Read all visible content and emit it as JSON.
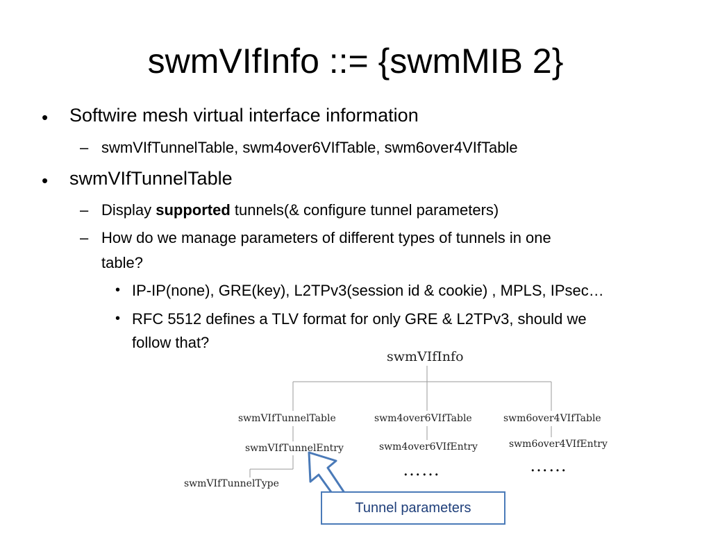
{
  "title": "swmVIfInfo ::= {swmMIB 2}",
  "bullets": {
    "b1": "Softwire mesh virtual interface information",
    "b1_sub1": "swmVIfTunnelTable, swm4over6VIfTable, swm6over4VIfTable",
    "b2": "swmVIfTunnelTable",
    "b2_sub1_pre": "Display ",
    "b2_sub1_bold": "supported",
    "b2_sub1_post": " tunnels(& configure tunnel parameters)",
    "b2_sub2_line1": "How do we manage parameters of different types of tunnels in one",
    "b2_sub2_line2": "table?",
    "b2_sub2_sub1": "IP-IP(none), GRE(key), L2TPv3(session id & cookie) , MPLS, IPsec…",
    "b2_sub2_sub2_line1": "RFC 5512 defines a TLV format for only GRE & L2TPv3, should we",
    "b2_sub2_sub2_line2": "follow that?"
  },
  "markers": {
    "bullet": "•",
    "dash": "–"
  },
  "diagram": {
    "root": "swmVIfInfo",
    "table1": "swmVIfTunnelTable",
    "table2": "swm4over6VIfTable",
    "table3": "swm6over4VIfTable",
    "entry1": "swmVIfTunnelEntry",
    "entry2": "swm4over6VIfEntry",
    "entry3": "swm6over4VIfEntry",
    "type1": "swmVIfTunnelType",
    "dots": "……",
    "callout": "Tunnel parameters"
  },
  "colors": {
    "callout_border": "#4a7ab8",
    "callout_text": "#1f3f7a",
    "tree_lines": "#9a9a9a"
  }
}
